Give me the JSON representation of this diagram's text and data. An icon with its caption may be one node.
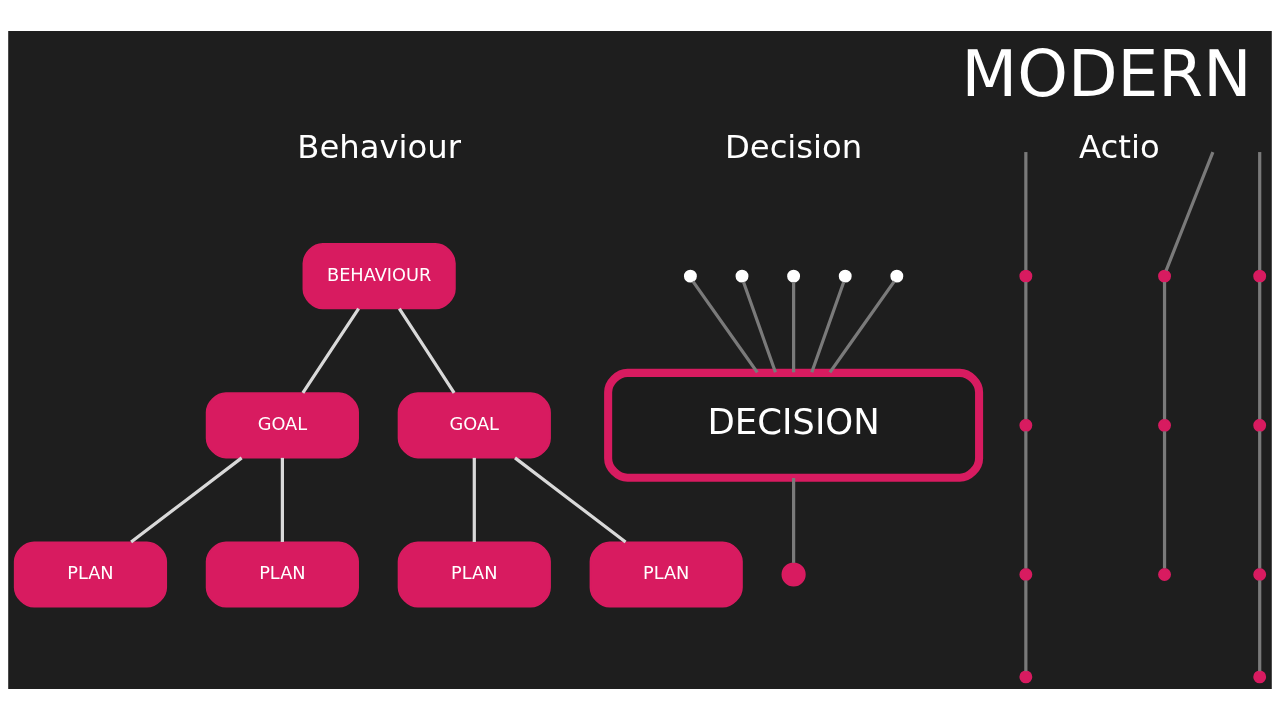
{
  "diagram": {
    "title": "MODERN",
    "nodes": [
      {
        "text": [
          "BEHAVIOUR"
        ]
      },
      {
        "text": [
          "GOAL"
        ]
      },
      {
        "text": [
          "GOAL"
        ]
      },
      {
        "text": [
          "PLAN"
        ]
      },
      {
        "text": [
          "PLAN"
        ]
      },
      {
        "text": [
          "PLAN"
        ]
      },
      {
        "text": [
          "PLAN"
        ]
      },
      {
        "text": [],
        "shape": "circle"
      },
      {
        "text": [],
        "shape": "circle"
      },
      {
        "text": [],
        "shape": "circle"
      },
      {
        "text": [],
        "shape": "circle"
      },
      {
        "text": [],
        "shape": "circle"
      },
      {
        "text": [
          "DECISION"
        ]
      },
      {
        "text": [],
        "shape": "circle"
      },
      {
        "text": [],
        "shape": "circle"
      },
      {
        "text": [],
        "shape": "circle"
      },
      {
        "text": [],
        "shape": "circle"
      },
      {
        "text": [],
        "shape": "circle"
      },
      {
        "text": [],
        "shape": "circle"
      },
      {
        "text": [],
        "shape": "circle"
      },
      {
        "text": [],
        "shape": "circle"
      },
      {
        "text": [],
        "shape": "circle"
      },
      {
        "text": [],
        "shape": "circle"
      },
      {
        "text": [],
        "shape": "circle"
      },
      {
        "text": [],
        "shape": "circle"
      }
    ],
    "edges": [
      {
        "from": 0,
        "to": 1,
        "arrow": "none",
        "color": "#d9d9d9"
      },
      {
        "from": 0,
        "to": 2,
        "arrow": "none",
        "color": "#d9d9d9"
      },
      {
        "from": 1,
        "to": 3,
        "arrow": "none",
        "color": "#d9d9d9"
      },
      {
        "from": 1,
        "to": 4,
        "arrow": "none",
        "color": "#d9d9d9"
      },
      {
        "from": 2,
        "to": 5,
        "arrow": "none",
        "color": "#d9d9d9"
      },
      {
        "from": 2,
        "to": 6,
        "arrow": "none",
        "color": "#d9d9d9"
      },
      {
        "from": 7,
        "to": 12,
        "arrow": "none"
      },
      {
        "from": 8,
        "to": 12,
        "arrow": "none"
      },
      {
        "from": 9,
        "to": 12,
        "arrow": "none"
      },
      {
        "from": 10,
        "to": 12,
        "arrow": "none"
      },
      {
        "from": 11,
        "to": 12,
        "arrow": "none"
      },
      {
        "from": 12,
        "to": 13,
        "arrow": "none"
      },
      {
        "from": null,
        "to": 14,
        "arrow": "none"
      },
      {
        "from": 14,
        "to": 15,
        "arrow": "none"
      },
      {
        "from": 15,
        "to": 16,
        "arrow": "none"
      },
      {
        "from": 16,
        "to": 17,
        "arrow": "none"
      },
      {
        "from": null,
        "to": 18,
        "arrow": "none"
      },
      {
        "from": 18,
        "to": 19,
        "arrow": "none"
      },
      {
        "from": 19,
        "to": 20,
        "arrow": "none"
      },
      {
        "from": null,
        "to": 21,
        "arrow": "none"
      },
      {
        "from": 21,
        "to": 22,
        "arrow": "none"
      },
      {
        "from": 22,
        "to": 23,
        "arrow": "none"
      },
      {
        "from": 23,
        "to": 24,
        "arrow": "none"
      }
    ],
    "labels": [
      "Behaviour",
      "Decision",
      "Actio"
    ]
  }
}
